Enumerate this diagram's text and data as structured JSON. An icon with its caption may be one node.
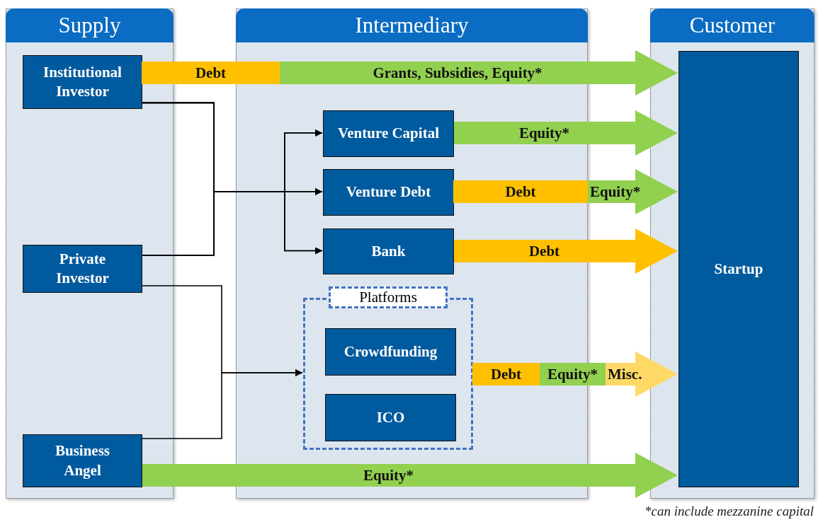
{
  "diagram": {
    "caption": "*can include mezzanine capital",
    "nodes": [
      {
        "text": [
          "Supply"
        ]
      },
      {
        "text": [
          "Institutional Investor"
        ],
        "in": 0
      },
      {
        "text": [
          "Private Investor"
        ],
        "in": 0
      },
      {
        "text": [
          "Business Angel"
        ],
        "in": 0
      },
      {
        "text": [
          "Intermediary"
        ]
      },
      {
        "text": [
          "Venture Capital"
        ],
        "in": 4
      },
      {
        "text": [
          "Venture Debt"
        ],
        "in": 4
      },
      {
        "text": [
          "Bank"
        ],
        "in": 4
      },
      {
        "text": [
          "Platforms"
        ],
        "in": 4
      },
      {
        "text": [
          "Crowdfunding"
        ],
        "in": 8
      },
      {
        "text": [
          "ICO"
        ],
        "in": 8
      },
      {
        "text": [
          "Customer"
        ]
      },
      {
        "text": [
          "Startup"
        ],
        "in": 11
      }
    ],
    "edges": [
      {
        "from": 1,
        "to": 5,
        "arrow": "to"
      },
      {
        "from": 1,
        "to": 6,
        "arrow": "to"
      },
      {
        "from": 1,
        "to": 7,
        "arrow": "to"
      },
      {
        "from": 2,
        "to": 5,
        "arrow": "to"
      },
      {
        "from": 2,
        "to": 6,
        "arrow": "to"
      },
      {
        "from": 2,
        "to": 7,
        "arrow": "to"
      },
      {
        "from": 2,
        "to": 8,
        "arrow": "to"
      },
      {
        "from": 3,
        "to": 8,
        "arrow": "to"
      },
      {
        "from": 1,
        "to": 12,
        "arrow": "to",
        "label": "Grants, Subsidies, Equity*",
        "style": "thick",
        "color": "#92d050"
      },
      {
        "from": 5,
        "to": 12,
        "arrow": "to",
        "label": "Equity*",
        "style": "thick",
        "color": "#92d050"
      },
      {
        "from": 6,
        "to": 12,
        "arrow": "to",
        "label": "Equity*",
        "style": "thick",
        "color": "#92d050"
      },
      {
        "from": 7,
        "to": 12,
        "arrow": "to",
        "label": "Debt",
        "style": "thick",
        "color": "#ffc000"
      },
      {
        "from": 8,
        "to": 12,
        "arrow": "to",
        "label": "Misc.",
        "style": "thick",
        "color": "#ffd966"
      },
      {
        "from": 3,
        "to": 12,
        "arrow": "to",
        "label": "Equity*",
        "style": "thick",
        "color": "#92d050"
      }
    ],
    "labels": [
      "Debt",
      "Debt",
      "Debt",
      "Equity*"
    ]
  }
}
